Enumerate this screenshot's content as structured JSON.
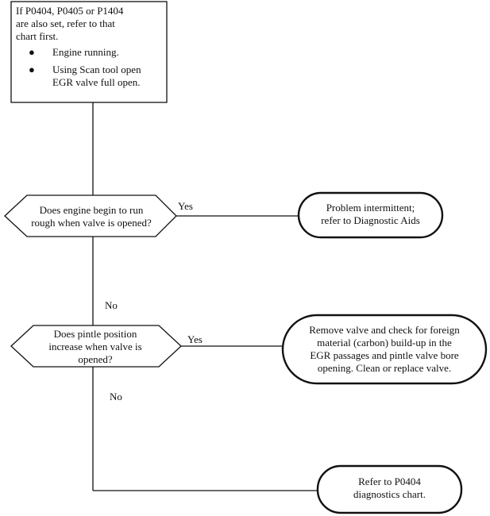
{
  "start": {
    "lines": [
      "If P0404, P0405 or P1404",
      "are also set, refer to that",
      "chart first."
    ],
    "bullets": [
      "Engine running.",
      "Using Scan tool open EGR valve full open."
    ],
    "bullet_symbol": "●"
  },
  "decision1": {
    "lines": [
      "Does engine begin to run",
      "rough when valve is opened?"
    ]
  },
  "decision2": {
    "lines": [
      "Does pintle position",
      "increase when valve is",
      "opened?"
    ]
  },
  "result1": {
    "lines": [
      "Problem intermittent;",
      "refer  to Diagnostic Aids"
    ]
  },
  "result2": {
    "lines": [
      "Remove valve and check for foreign",
      "material (carbon) build-up in the",
      "EGR passages and pintle valve bore",
      "opening. Clean or replace valve."
    ]
  },
  "result3": {
    "lines": [
      "Refer to P0404",
      "diagnostics chart."
    ]
  },
  "labels": {
    "yes1": "Yes",
    "no1": "No",
    "yes2": "Yes",
    "no2": "No"
  },
  "colors": {
    "stroke": "#111111",
    "background": "#ffffff"
  }
}
